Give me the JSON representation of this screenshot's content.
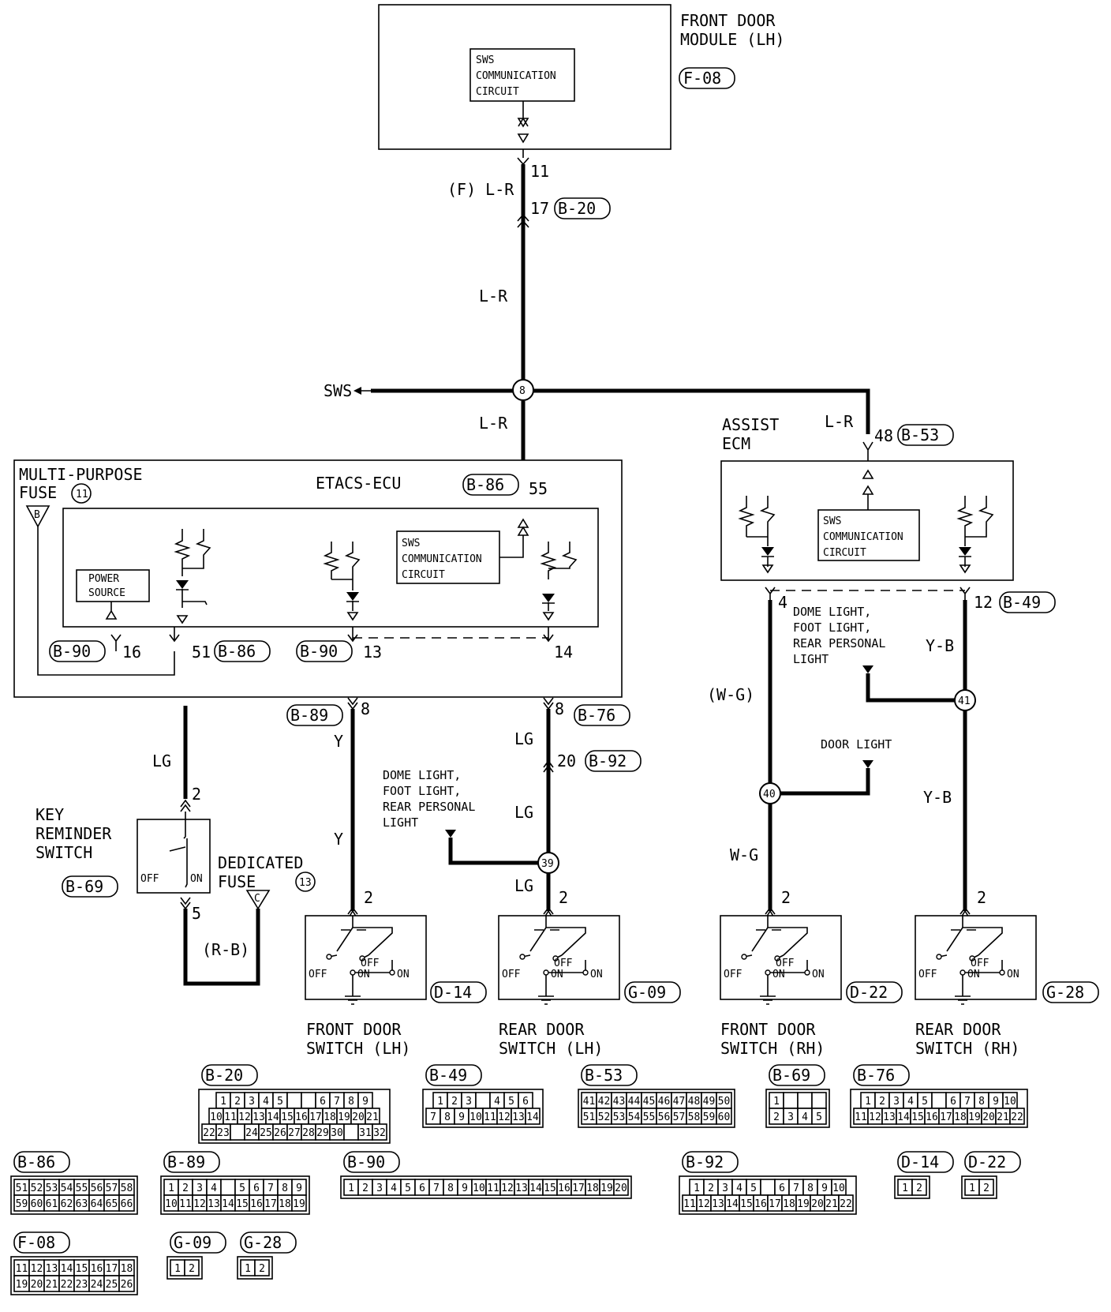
{
  "front_door_module": {
    "title": "FRONT DOOR",
    "title2": "MODULE (LH)",
    "connector": "F-08",
    "circuit": [
      "SWS",
      "COMMUNICATION",
      "CIRCUIT"
    ],
    "pin": "11"
  },
  "wire_top": {
    "label": "(F) L-R",
    "pin": "17",
    "connector": "B-20",
    "mid_label": "L-R"
  },
  "junction": {
    "number": "8",
    "sws": "SWS",
    "below": "L-R",
    "right": "L-R"
  },
  "etacs": {
    "fuse_title": "MULTI-PURPOSE",
    "fuse_title2": "FUSE",
    "fuse_number": "11",
    "fuse_letter": "B",
    "title": "ETACS-ECU",
    "connector": "B-86",
    "pin": "55",
    "power": [
      "POWER",
      "SOURCE"
    ],
    "circuit": [
      "SWS",
      "COMMUNICATION",
      "CIRCUIT"
    ],
    "pins": {
      "p16": "16",
      "p51": "51",
      "p13": "13",
      "p14": "14"
    },
    "conn_b90": "B-90",
    "conn_b86": "B-86",
    "conn_b90b": "B-90"
  },
  "assist": {
    "title": "ASSIST",
    "title2": "ECM",
    "pin": "48",
    "connector": "B-53",
    "circuit": [
      "SWS",
      "COMMUNICATION",
      "CIRCUIT"
    ],
    "pin4": "4",
    "pin12": "12",
    "conn49": "B-49",
    "lights": [
      "DOME LIGHT,",
      "FOOT LIGHT,",
      "REAR PERSONAL",
      "LIGHT"
    ],
    "yb": "Y-B",
    "wg_paren": "(W-G)",
    "door_light": "DOOR LIGHT",
    "j41": "41",
    "j40": "40",
    "wg": "W-G",
    "yb2": "Y-B",
    "pin2a": "2",
    "pin2b": "2"
  },
  "key_switch": {
    "wire": "LG",
    "pin2": "2",
    "pin5": "5",
    "name": [
      "KEY",
      "REMINDER",
      "SWITCH"
    ],
    "connector": "B-69",
    "off": "OFF",
    "on": "ON",
    "rb": "(R-B)",
    "fuse": [
      "DEDICATED",
      "FUSE"
    ],
    "fuse_number": "13",
    "fuse_letter": "C"
  },
  "front_lh": {
    "conn_top": "B-89",
    "pin8": "8",
    "wire1": "Y",
    "wire2": "Y",
    "pin2": "2",
    "connector": "D-14",
    "name": [
      "FRONT DOOR",
      "SWITCH (LH)"
    ]
  },
  "rear_lh": {
    "pin8": "8",
    "conn_top": "B-76",
    "wire1": "LG",
    "pin20": "20",
    "conn20": "B-92",
    "lights": [
      "DOME LIGHT,",
      "FOOT LIGHT,",
      "REAR PERSONAL",
      "LIGHT"
    ],
    "wire2": "LG",
    "j39": "39",
    "wire3": "LG",
    "pin2": "2",
    "connector": "G-09",
    "name": [
      "REAR DOOR",
      "SWITCH (LH)"
    ]
  },
  "front_rh": {
    "connector": "D-22",
    "name": [
      "FRONT DOOR",
      "SWITCH (RH)"
    ]
  },
  "rear_rh": {
    "connector": "G-28",
    "name": [
      "REAR DOOR",
      "SWITCH (RH)"
    ]
  },
  "switch_labels": {
    "off": "OFF",
    "on": "ON"
  },
  "connectors": {
    "B-20": {
      "rows": [
        [
          "1",
          "2",
          "3",
          "4",
          "5",
          "",
          "",
          "6",
          "7",
          "8",
          "9"
        ],
        [
          "10",
          "11",
          "12",
          "13",
          "14",
          "15",
          "16",
          "17",
          "18",
          "19",
          "20",
          "21"
        ],
        [
          "22",
          "23",
          "",
          "24",
          "25",
          "26",
          "27",
          "28",
          "29",
          "30",
          "",
          "31",
          "32"
        ]
      ]
    },
    "B-49": {
      "rows": [
        [
          "1",
          "2",
          "3",
          "",
          "4",
          "5",
          "6"
        ],
        [
          "7",
          "8",
          "9",
          "10",
          "11",
          "12",
          "13",
          "14"
        ]
      ]
    },
    "B-53": {
      "rows": [
        [
          "41",
          "42",
          "43",
          "44",
          "45",
          "46",
          "47",
          "48",
          "49",
          "50"
        ],
        [
          "51",
          "52",
          "53",
          "54",
          "55",
          "56",
          "57",
          "58",
          "59",
          "60"
        ]
      ]
    },
    "B-69": {
      "rows": [
        [
          "1",
          "",
          "",
          ""
        ],
        [
          "2",
          "3",
          "4",
          "5"
        ]
      ]
    },
    "B-76": {
      "rows": [
        [
          "1",
          "2",
          "3",
          "4",
          "5",
          "",
          "6",
          "7",
          "8",
          "9",
          "10"
        ],
        [
          "11",
          "12",
          "13",
          "14",
          "15",
          "16",
          "17",
          "18",
          "19",
          "20",
          "21",
          "22"
        ]
      ]
    },
    "B-86": {
      "rows": [
        [
          "51",
          "52",
          "53",
          "54",
          "55",
          "56",
          "57",
          "58"
        ],
        [
          "59",
          "60",
          "61",
          "62",
          "63",
          "64",
          "65",
          "66"
        ]
      ]
    },
    "B-89": {
      "rows": [
        [
          "1",
          "2",
          "3",
          "4",
          "",
          "5",
          "6",
          "7",
          "8",
          "9"
        ],
        [
          "10",
          "11",
          "12",
          "13",
          "14",
          "15",
          "16",
          "17",
          "18",
          "19"
        ]
      ]
    },
    "B-90": {
      "rows": [
        [
          "1",
          "2",
          "3",
          "4",
          "5",
          "6",
          "7",
          "8",
          "9",
          "10",
          "11",
          "12",
          "13",
          "14",
          "15",
          "16",
          "17",
          "18",
          "19",
          "20"
        ]
      ]
    },
    "B-92": {
      "rows": [
        [
          "1",
          "2",
          "3",
          "4",
          "5",
          "",
          "6",
          "7",
          "8",
          "9",
          "10"
        ],
        [
          "11",
          "12",
          "13",
          "14",
          "15",
          "16",
          "17",
          "18",
          "19",
          "20",
          "21",
          "22"
        ]
      ]
    },
    "D-14": {
      "rows": [
        [
          "1",
          "2"
        ]
      ]
    },
    "D-22": {
      "rows": [
        [
          "1",
          "2"
        ]
      ]
    },
    "F-08": {
      "rows": [
        [
          "11",
          "12",
          "13",
          "14",
          "15",
          "16",
          "17",
          "18"
        ],
        [
          "19",
          "20",
          "21",
          "22",
          "23",
          "24",
          "25",
          "26"
        ]
      ]
    },
    "G-09": {
      "rows": [
        [
          "1",
          "2"
        ]
      ]
    },
    "G-28": {
      "rows": [
        [
          "1",
          "2"
        ]
      ]
    }
  }
}
